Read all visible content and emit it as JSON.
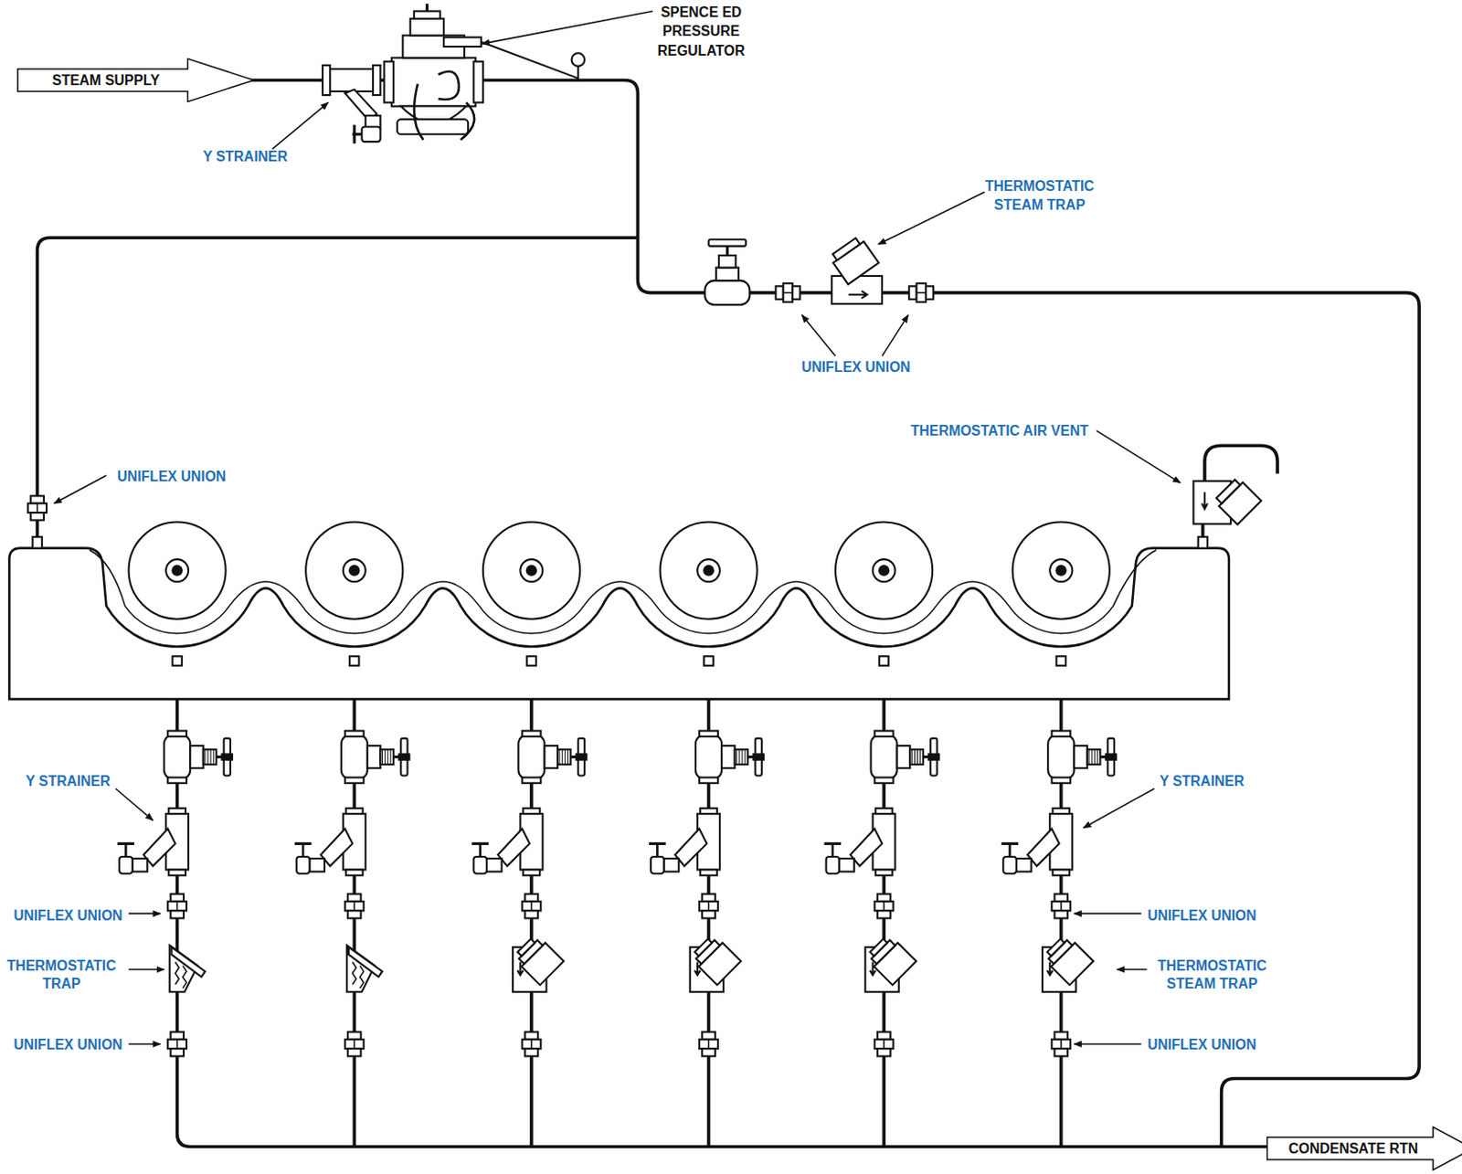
{
  "diagram": {
    "nodes": [
      {
        "text": [
          "STEAM SUPPLY"
        ]
      },
      {
        "text": [
          "CONDENSATE RTN"
        ]
      }
    ],
    "labels": [
      "SPENCE ED PRESSURE REGULATOR",
      "Y STRAINER",
      "THERMOSTATIC STEAM TRAP",
      "UNIFLEX UNION",
      "THERMOSTATIC AIR VENT",
      "UNIFLEX UNION",
      "Y STRAINER",
      "Y STRAINER",
      "UNIFLEX UNION",
      "UNIFLEX UNION",
      "THERMOSTATIC TRAP",
      "THERMOSTATIC STEAM TRAP",
      "UNIFLEX UNION",
      "UNIFLEX UNION"
    ]
  }
}
